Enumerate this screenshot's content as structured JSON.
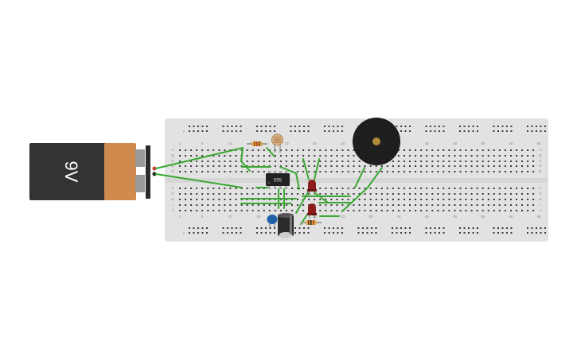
{
  "canvas": {
    "background": "#ffffff"
  },
  "battery": {
    "label": "9V",
    "body_color": "#333333",
    "cap_color": "#d08a4e"
  },
  "breadboard": {
    "color": "#e2e2e2",
    "hole_color": "#3a3a3a",
    "rail_plus_color": "#d33a3a",
    "column_numbers": [
      "1",
      "5",
      "10",
      "15",
      "20",
      "25",
      "30",
      "35",
      "40",
      "45",
      "50",
      "55",
      "60",
      "65"
    ],
    "top_rows": [
      "A",
      "B",
      "C",
      "D",
      "E"
    ],
    "bottom_rows": [
      "F",
      "G",
      "H",
      "I",
      "J"
    ]
  },
  "components": {
    "ic_label": "555",
    "buzzer_color": "#1e1e1e",
    "buzzer_center_color": "#b08a3a",
    "led_color": "#8c1c1c",
    "wire_color": "#3aa832",
    "capacitor_ceramic_color": "#1f5fa8",
    "capacitor_electrolytic_color": "#2b2b2b"
  }
}
